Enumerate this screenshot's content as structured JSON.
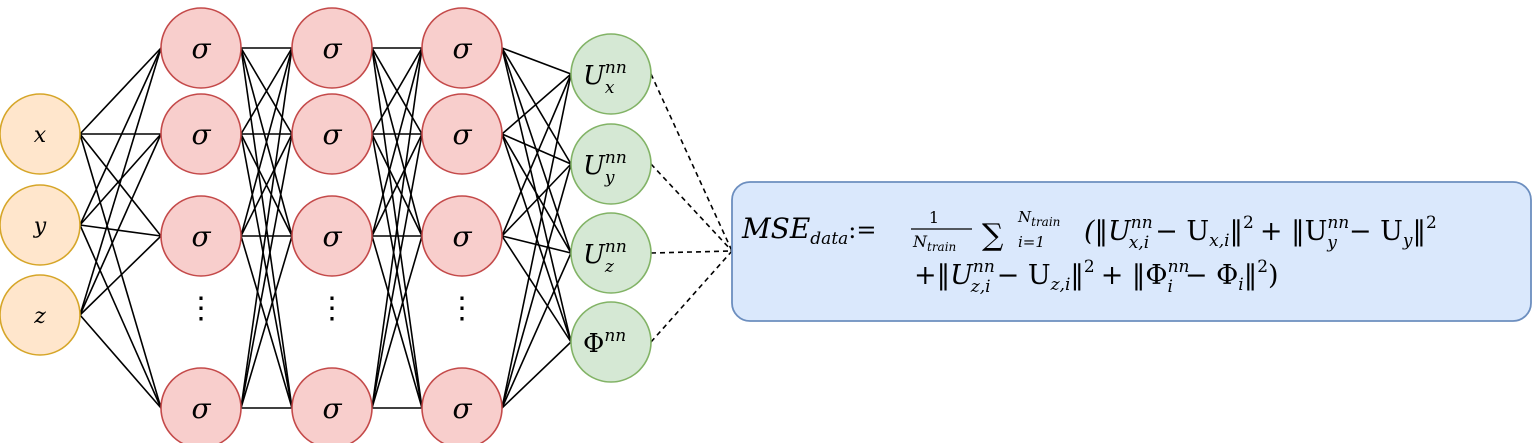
{
  "inputs": [
    "x",
    "y",
    "z"
  ],
  "hidden_layers": [
    {
      "neuron_label": "σ",
      "ellipsis": "⋮"
    },
    {
      "neuron_label": "σ",
      "ellipsis": "⋮"
    },
    {
      "neuron_label": "σ",
      "ellipsis": "⋮"
    }
  ],
  "outputs": [
    {
      "base": "U",
      "sup": "nn",
      "sub": "x"
    },
    {
      "base": "U",
      "sup": "nn",
      "sub": "y"
    },
    {
      "base": "U",
      "sup": "nn",
      "sub": "z"
    },
    {
      "base": "Φ",
      "sup": "nn",
      "sub": ""
    }
  ],
  "loss": {
    "lhs": "MSE",
    "lhs_sub": "data",
    "assign": ":=",
    "frac_num": "1",
    "frac_den": "N",
    "frac_den_sub": "train",
    "sum_symbol": "∑",
    "sum_upper": "N",
    "sum_upper_sub": "train",
    "sum_lower": "i=1",
    "line1_terms": "(‖U",
    "line1_a_sub": "x,i",
    "line1_a_sup": "nn",
    "line1_b": "− U",
    "line1_b_sub": "x,i",
    "line1_c": "‖",
    "line1_c_sup": "2",
    "line1_d": "+ ‖U",
    "line1_d_sub": "y",
    "line1_d_sup": "nn",
    "line1_e": "− U",
    "line1_e_sub": "y",
    "line1_f": "‖",
    "line1_f_sup": "2",
    "line2_a": "+‖U",
    "line2_a_sub": "z,i",
    "line2_a_sup": "nn",
    "line2_b": "− U",
    "line2_b_sub": "z,i",
    "line2_c": "‖",
    "line2_c_sup": "2",
    "line2_d": "+ ‖Φ",
    "line2_d_sub": "i",
    "line2_d_sup": "nn",
    "line2_e": "− Φ",
    "line2_e_sub": "i",
    "line2_f": "‖",
    "line2_f_sup": "2",
    "line2_g": ")"
  }
}
